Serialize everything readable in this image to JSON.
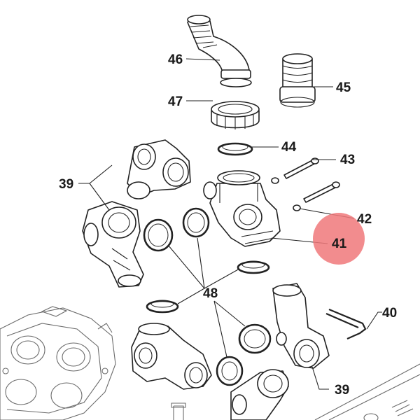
{
  "callouts": {
    "46": "46",
    "45": "45",
    "47": "47",
    "44": "44",
    "43": "43",
    "42": "42",
    "41": "41",
    "40": "40",
    "39a": "39",
    "39b": "39",
    "48": "48"
  },
  "highlight": {
    "label": "41",
    "color": "#f0787a"
  }
}
